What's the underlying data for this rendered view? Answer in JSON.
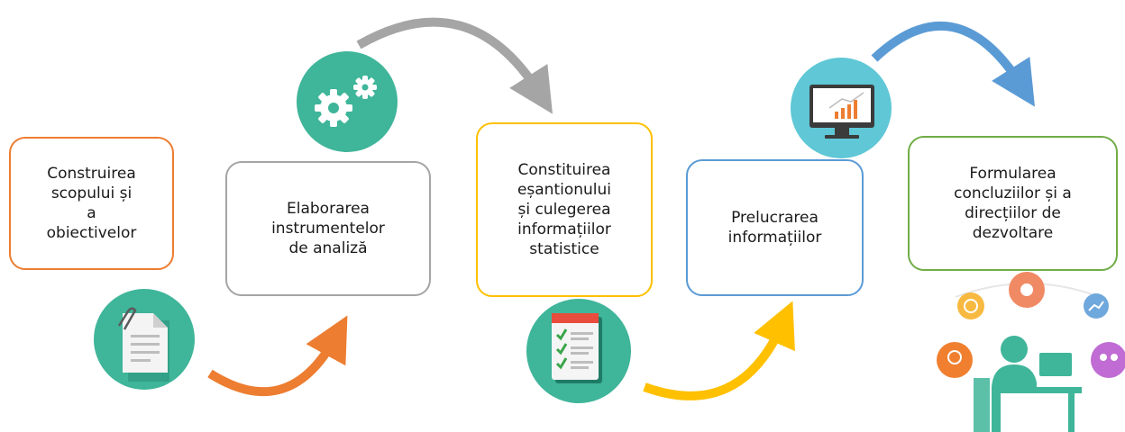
{
  "steps": [
    {
      "label": "Construirea\nscopului și\na\nobiectivelor",
      "color": "#ED7D31"
    },
    {
      "label": "Elaborarea\ninstrumentelor\nde analiză",
      "color": "#A5A5A5"
    },
    {
      "label": "Constituirea\neșantionului\nși culegerea\ninformațiilor\nstatistice",
      "color": "#FFC000"
    },
    {
      "label": "Prelucrarea\ninformațiilor",
      "color": "#5B9BD5"
    },
    {
      "label": "Formularea\nconcluziilor și a\ndirecțiilor de\ndezvoltare",
      "color": "#70AD47"
    }
  ],
  "icons": [
    "document-icon",
    "gears-icon",
    "checklist-icon",
    "monitor-chart-icon",
    "person-ideas-icon"
  ],
  "arrows": [
    {
      "name": "arrow-orange",
      "color": "#ED7D31"
    },
    {
      "name": "arrow-gray",
      "color": "#A5A5A5"
    },
    {
      "name": "arrow-yellow",
      "color": "#FFC000"
    },
    {
      "name": "arrow-blue",
      "color": "#5B9BD5"
    }
  ],
  "palette": {
    "teal": "#3FB59A",
    "teal_dark": "#2E9F86",
    "sky": "#5FC7D6"
  }
}
